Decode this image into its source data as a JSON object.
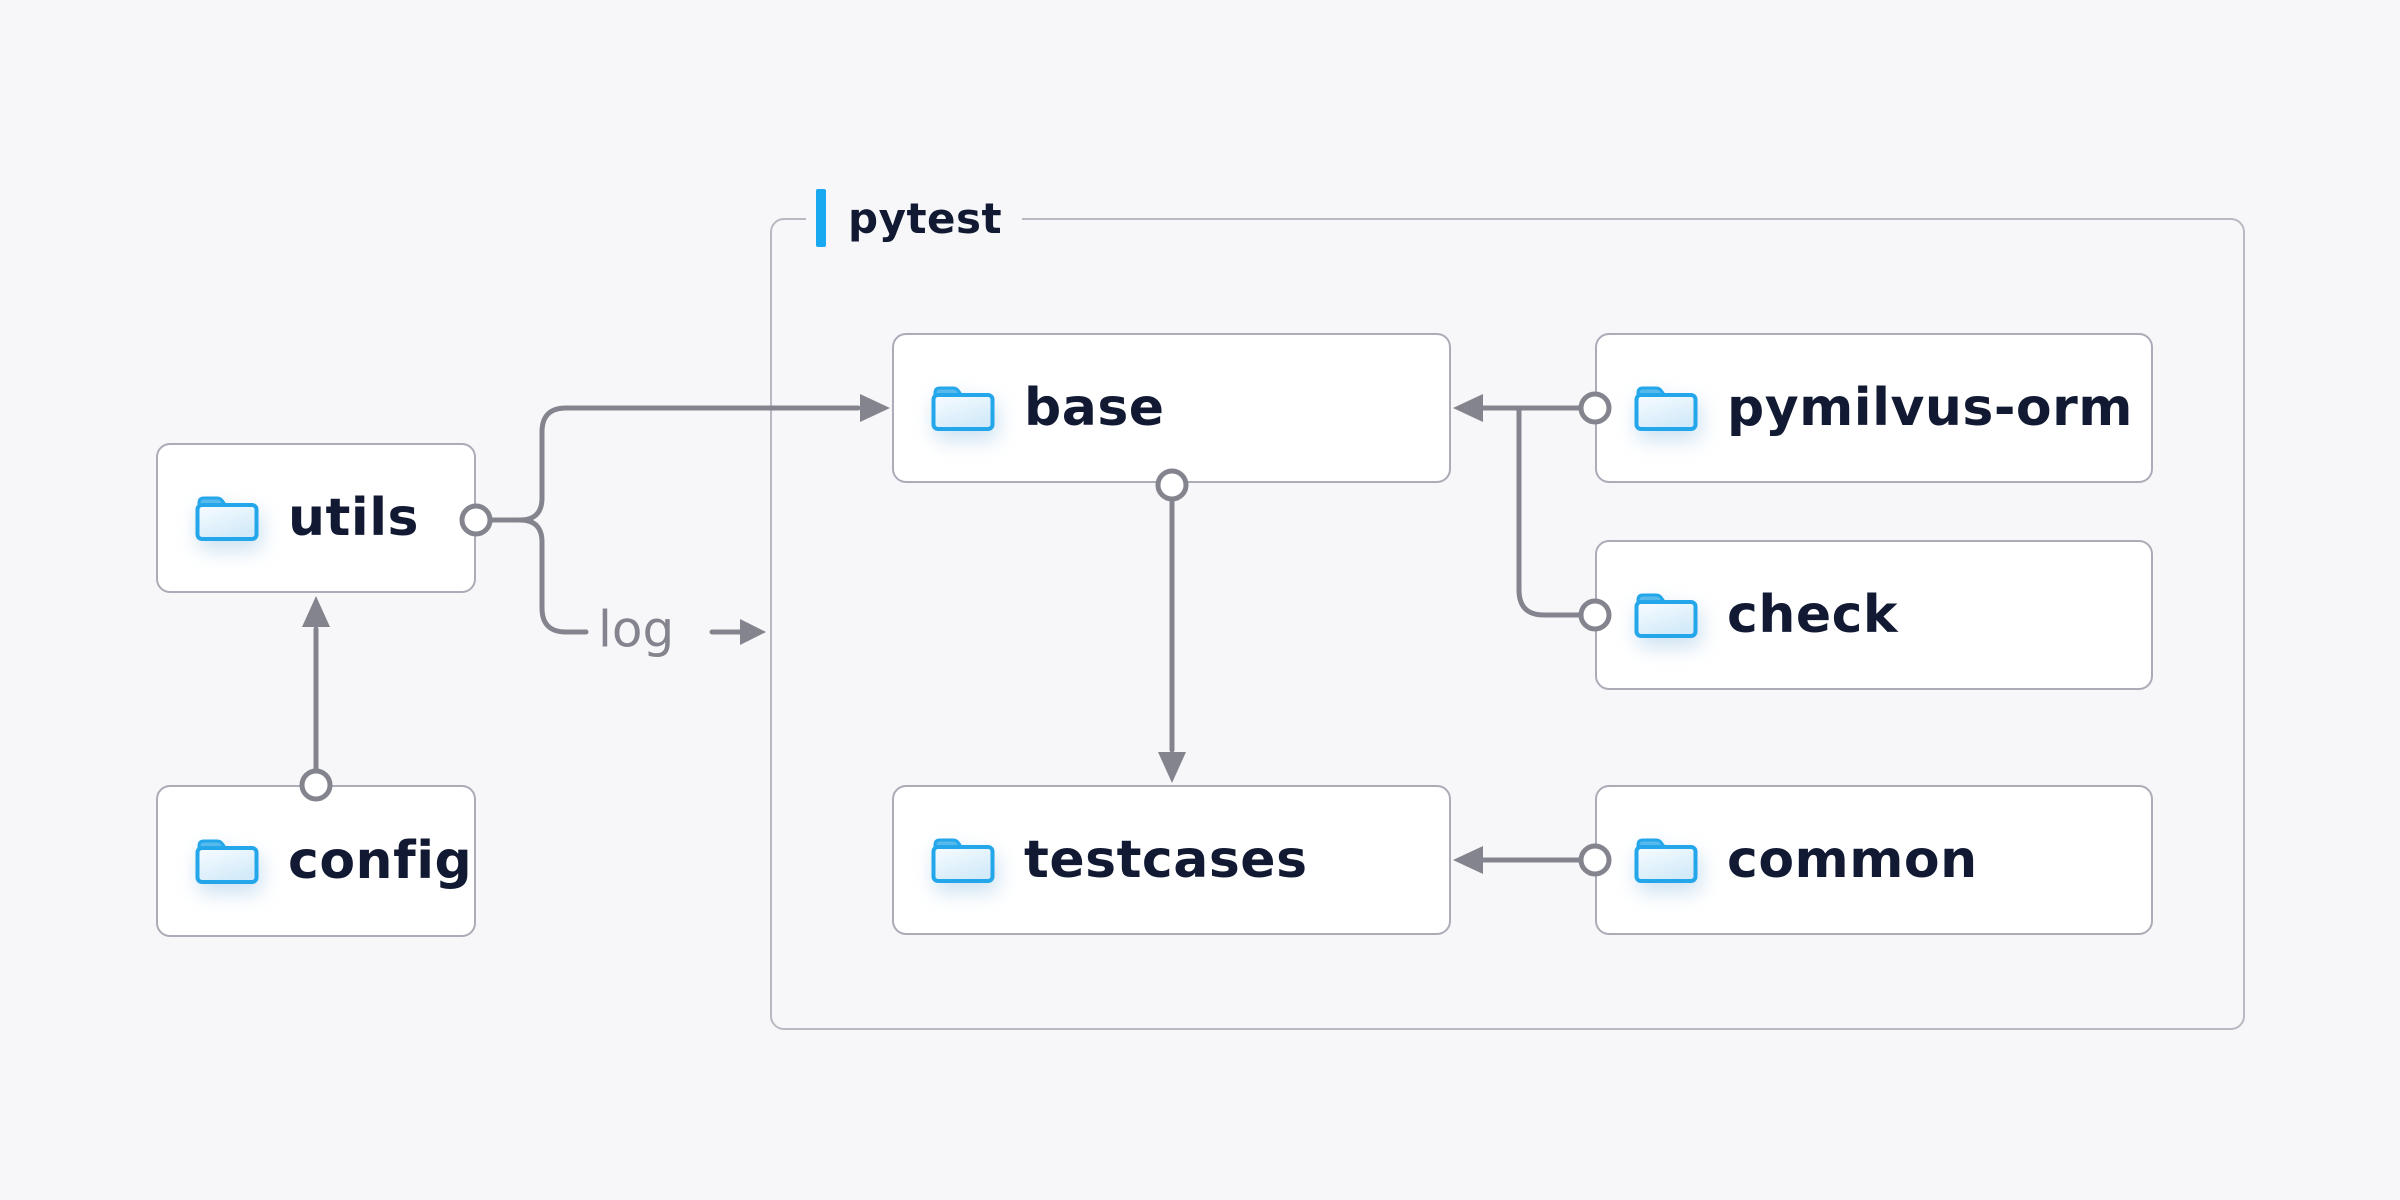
{
  "page": {
    "background_color": "#F7F7F9"
  },
  "diagram": {
    "container": {
      "label": "pytest",
      "accent_bar_color": "#18A9F1"
    },
    "nodes": {
      "utils": {
        "label": "utils",
        "icon": "folder-icon"
      },
      "config": {
        "label": "config",
        "icon": "folder-icon"
      },
      "base": {
        "label": "base",
        "icon": "folder-icon"
      },
      "pymilvus_orm": {
        "label": "pymilvus-orm",
        "icon": "folder-icon"
      },
      "check": {
        "label": "check",
        "icon": "folder-icon"
      },
      "testcases": {
        "label": "testcases",
        "icon": "folder-icon"
      },
      "common": {
        "label": "common",
        "icon": "folder-icon"
      }
    },
    "edges": {
      "log_label": "log",
      "list": [
        {
          "from": "config",
          "to": "utils"
        },
        {
          "from": "utils",
          "to": "base"
        },
        {
          "from": "utils",
          "to": "pytest-container",
          "label": "log"
        },
        {
          "from": "pymilvus-orm",
          "to": "base"
        },
        {
          "from": "check",
          "to": "base"
        },
        {
          "from": "base",
          "to": "testcases"
        },
        {
          "from": "common",
          "to": "testcases"
        }
      ]
    },
    "colors": {
      "node_background": "#FFFFFF",
      "node_border": "#ACACB8",
      "container_border": "#B9B9C3",
      "connector_line": "#84848E",
      "node_text": "#121A33",
      "edge_label_text": "#84848E",
      "folder_blue": "#23A7EA",
      "accent_blue": "#18A9F1",
      "background": "#F7F7F9"
    }
  }
}
